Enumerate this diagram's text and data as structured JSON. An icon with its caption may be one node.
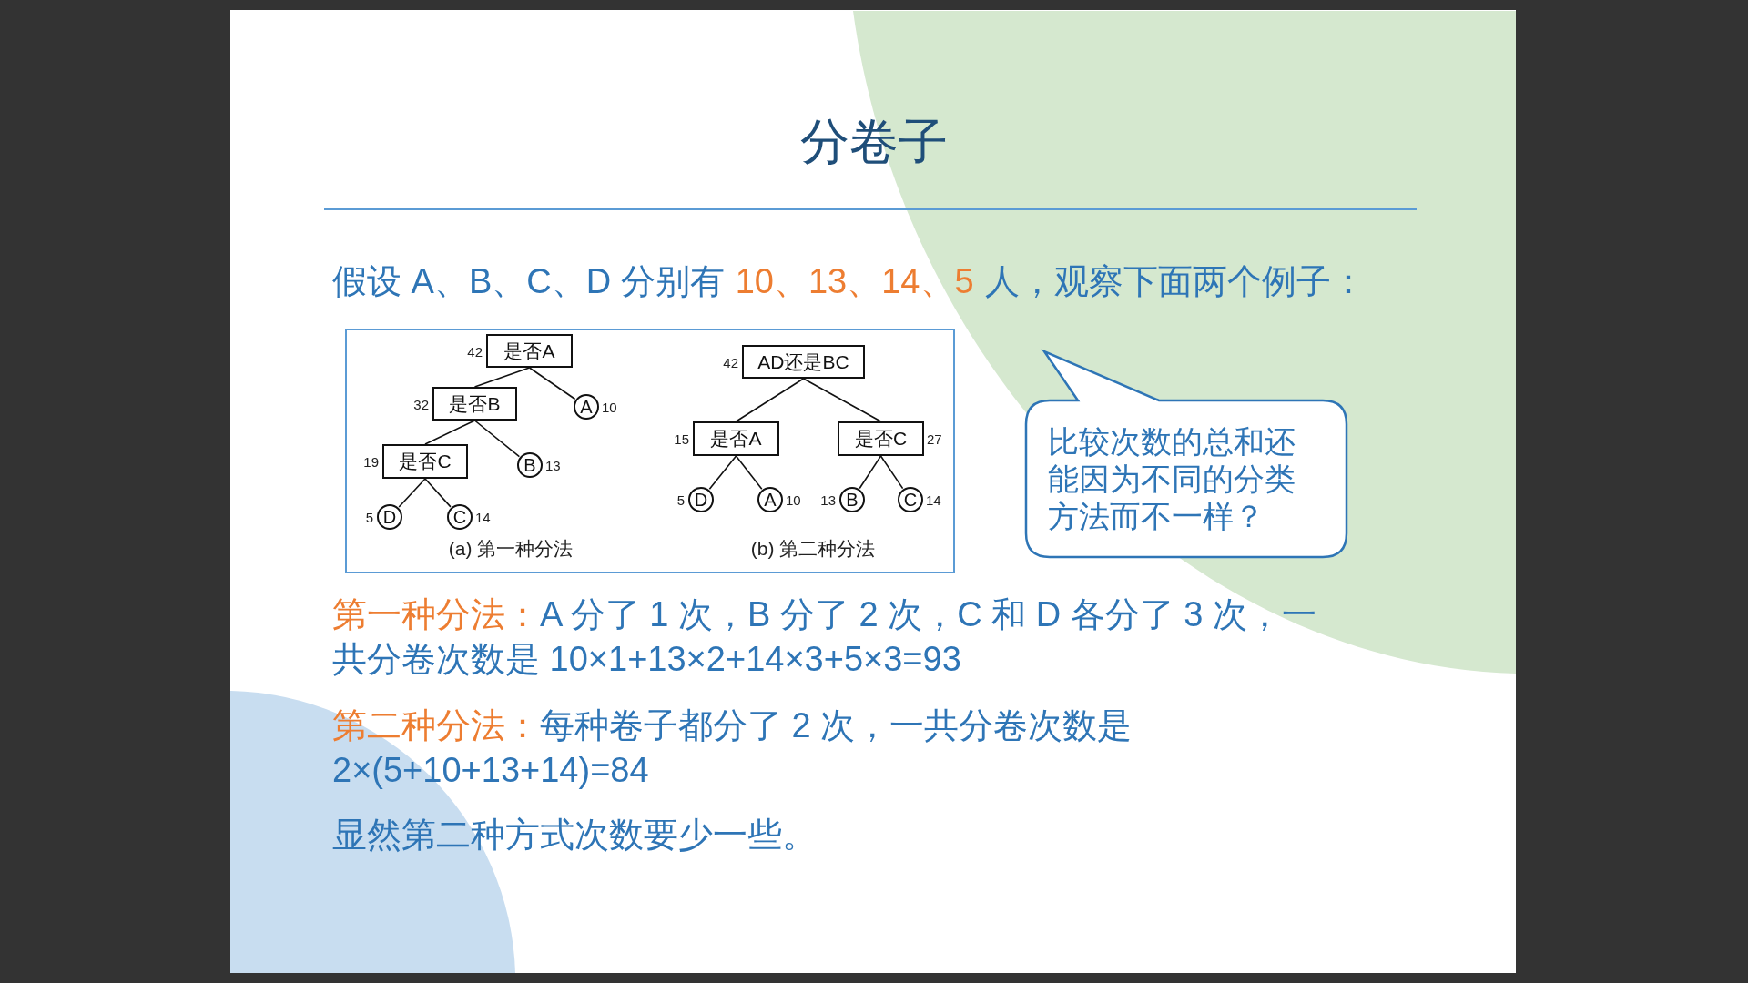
{
  "diagram": {
    "title": "分卷子",
    "nodes": [
      {
        "text": [
          "是否A"
        ],
        "beside": [
          "42"
        ]
      },
      {
        "text": [
          "是否B"
        ],
        "beside": [
          "32"
        ]
      },
      {
        "text": [
          "A"
        ],
        "beside": [
          "10"
        ]
      },
      {
        "text": [
          "是否C"
        ],
        "beside": [
          "19"
        ]
      },
      {
        "text": [
          "B"
        ],
        "beside": [
          "13"
        ]
      },
      {
        "text": [
          "D"
        ],
        "beside": [
          "5"
        ]
      },
      {
        "text": [
          "C"
        ],
        "beside": [
          "14"
        ]
      },
      {
        "text": [
          "AD还是BC"
        ],
        "beside": [
          "42"
        ]
      },
      {
        "text": [
          "是否A"
        ],
        "beside": [
          "15"
        ]
      },
      {
        "text": [
          "是否C"
        ],
        "beside": [
          "27"
        ]
      },
      {
        "text": [
          "D"
        ],
        "beside": [
          "5"
        ]
      },
      {
        "text": [
          "A"
        ],
        "beside": [
          "10"
        ]
      },
      {
        "text": [
          "B"
        ],
        "beside": [
          "13"
        ]
      },
      {
        "text": [
          "C"
        ],
        "beside": [
          "14"
        ]
      },
      {
        "text": [
          "比较次数的总和还能因为不同的分类方法而不一样？"
        ]
      }
    ],
    "edges": [
      {
        "from": 0,
        "to": 1,
        "arrow": "none"
      },
      {
        "from": 0,
        "to": 2,
        "arrow": "none"
      },
      {
        "from": 1,
        "to": 3,
        "arrow": "none"
      },
      {
        "from": 1,
        "to": 4,
        "arrow": "none"
      },
      {
        "from": 3,
        "to": 5,
        "arrow": "none"
      },
      {
        "from": 3,
        "to": 6,
        "arrow": "none"
      },
      {
        "from": 7,
        "to": 8,
        "arrow": "none"
      },
      {
        "from": 7,
        "to": 9,
        "arrow": "none"
      },
      {
        "from": 8,
        "to": 10,
        "arrow": "none"
      },
      {
        "from": 8,
        "to": 11,
        "arrow": "none"
      },
      {
        "from": 9,
        "to": 12,
        "arrow": "none"
      },
      {
        "from": 9,
        "to": 13,
        "arrow": "none"
      }
    ],
    "labels": [
      "假设 A、B、C、D 分别有",
      "10、13、14、5",
      "人，观察下面两个例子：",
      "(a) 第一种分法",
      "(b) 第二种分法",
      "第一种分法：",
      "A 分了 1 次，B 分了 2 次，C 和 D 各分了 3 次，一共分卷次数是 10×1+13×2+14×3+5×3=93",
      "第二种分法：",
      "每种卷子都分了 2 次，一共分卷次数是 2×(5+10+13+14)=84",
      "显然第二种方式次数要少一些。"
    ]
  }
}
